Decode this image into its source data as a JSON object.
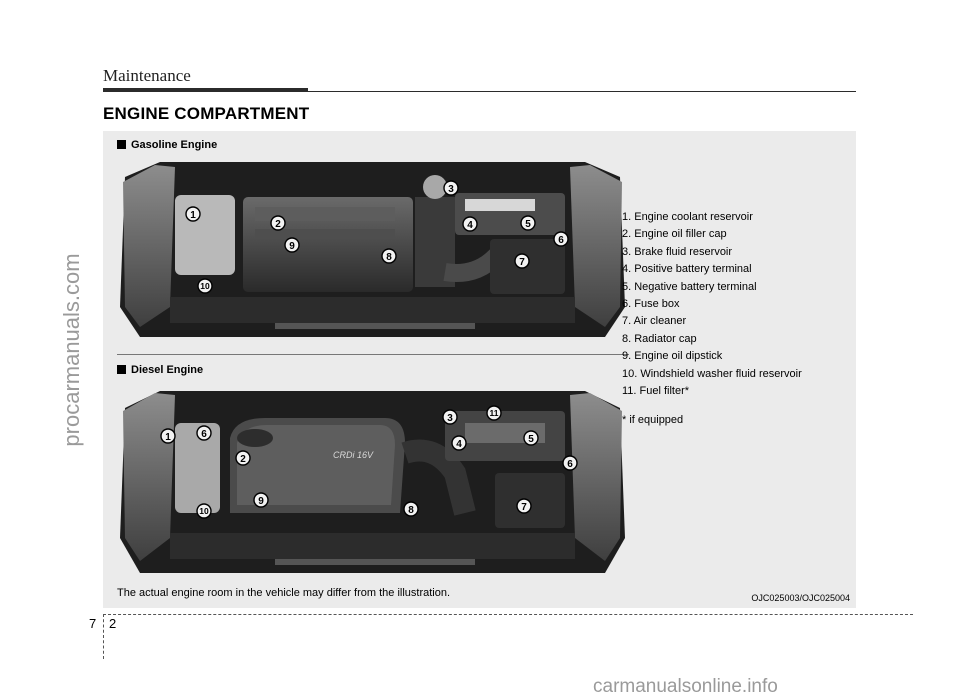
{
  "watermark": "procarmanuals.com",
  "header": {
    "title": "Maintenance"
  },
  "section_title": "ENGINE COMPARTMENT",
  "gasoline": {
    "heading": "Gasoline Engine",
    "markers": [
      "1",
      "2",
      "3",
      "4",
      "5",
      "6",
      "7",
      "8",
      "9",
      "10"
    ]
  },
  "diesel": {
    "heading": "Diesel Engine",
    "badge": "CRDi 16V",
    "markers": [
      "1",
      "2",
      "3",
      "4",
      "5",
      "6",
      "7",
      "8",
      "9",
      "10",
      "11"
    ]
  },
  "legend": [
    "1. Engine coolant reservoir",
    "2. Engine oil filler cap",
    "3. Brake fluid reservoir",
    "4. Positive battery terminal",
    "5. Negative battery terminal",
    "6. Fuse box",
    "7. Air cleaner",
    "8. Radiator cap",
    "9. Engine oil dipstick",
    "10. Windshield washer fluid reservoir",
    "11. Fuel filter*"
  ],
  "footnote": "* if equipped",
  "disclaimer": "The actual engine room in the vehicle may differ from the illustration.",
  "image_code": "OJC025003/OJC025004",
  "page": {
    "chapter": "7",
    "number": "2"
  },
  "footer_site": "carmanualsonline.info"
}
